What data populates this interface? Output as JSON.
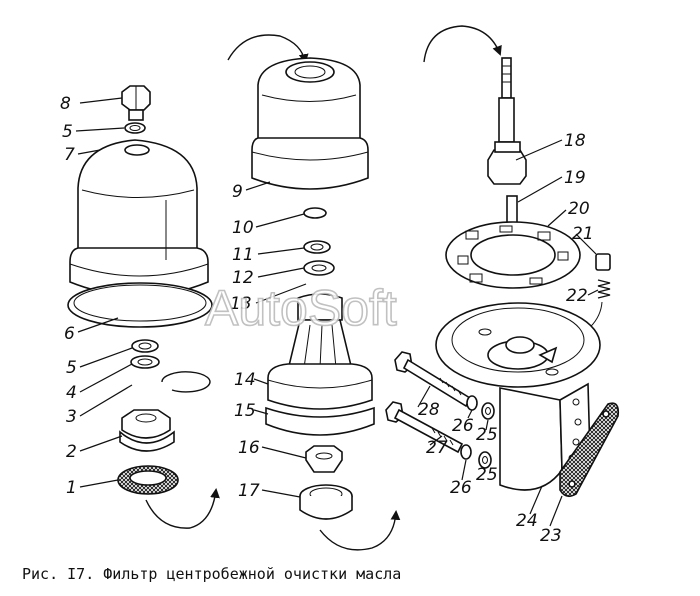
{
  "caption": "Рис. I7. Фильтр центробежной очистки масла",
  "watermark": "AutoSoft",
  "callouts": [
    {
      "id": "8",
      "label": "8"
    },
    {
      "id": "5a",
      "label": "5"
    },
    {
      "id": "7",
      "label": "7"
    },
    {
      "id": "6",
      "label": "6"
    },
    {
      "id": "5b",
      "label": "5"
    },
    {
      "id": "4",
      "label": "4"
    },
    {
      "id": "3",
      "label": "3"
    },
    {
      "id": "2",
      "label": "2"
    },
    {
      "id": "1",
      "label": "1"
    },
    {
      "id": "9",
      "label": "9"
    },
    {
      "id": "10",
      "label": "10"
    },
    {
      "id": "11",
      "label": "11"
    },
    {
      "id": "12",
      "label": "12"
    },
    {
      "id": "13",
      "label": "13"
    },
    {
      "id": "14",
      "label": "14"
    },
    {
      "id": "15",
      "label": "15"
    },
    {
      "id": "16",
      "label": "16"
    },
    {
      "id": "17",
      "label": "17"
    },
    {
      "id": "18",
      "label": "18"
    },
    {
      "id": "19",
      "label": "19"
    },
    {
      "id": "20",
      "label": "20"
    },
    {
      "id": "21",
      "label": "21"
    },
    {
      "id": "22",
      "label": "22"
    },
    {
      "id": "28",
      "label": "28"
    },
    {
      "id": "26a",
      "label": "26"
    },
    {
      "id": "25a",
      "label": "25"
    },
    {
      "id": "27",
      "label": "27"
    },
    {
      "id": "26b",
      "label": "26"
    },
    {
      "id": "25b",
      "label": "25"
    },
    {
      "id": "24",
      "label": "24"
    },
    {
      "id": "23",
      "label": "23"
    }
  ]
}
